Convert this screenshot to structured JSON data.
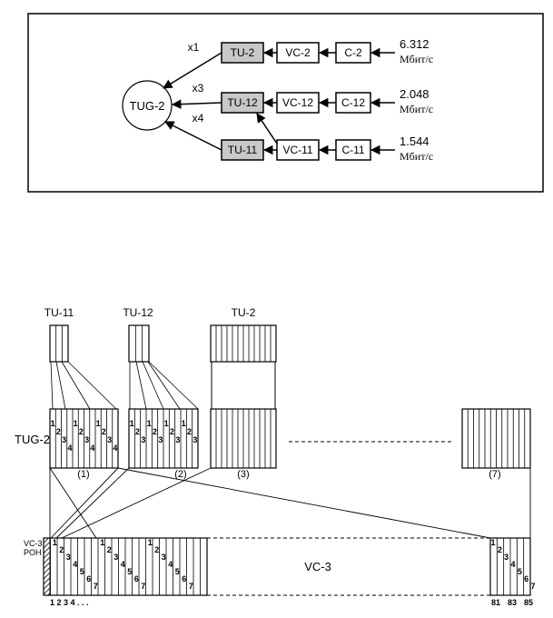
{
  "top": {
    "tug": "TUG-2",
    "rows": [
      {
        "mult": "x1",
        "tu": "TU-2",
        "vc": "VC-2",
        "c": "C-2",
        "rate": "6.312",
        "unit": "Мбит/с"
      },
      {
        "mult": "x3",
        "tu": "TU-12",
        "vc": "VC-12",
        "c": "C-12",
        "rate": "2.048",
        "unit": "Мбит/с"
      },
      {
        "mult": "x4",
        "tu": "TU-11",
        "vc": "VC-11",
        "c": "C-11",
        "rate": "1.544",
        "unit": "Мбит/с"
      }
    ]
  },
  "bottom": {
    "tu_labels": [
      "TU-11",
      "TU-12",
      "TU-2"
    ],
    "tug_label": "TUG-2",
    "group_labels": [
      "(1)",
      "(2)",
      "(3)",
      "(7)"
    ],
    "vc3_label": "VC-3",
    "poh_label": [
      "VC-3",
      "POH"
    ],
    "axis_left": "1 2 3 4 . . .",
    "axis_right": [
      "81",
      "83",
      "85"
    ],
    "tu11_digits": [
      "1",
      "2",
      "3",
      "4"
    ],
    "tu12_digits": [
      "1",
      "2",
      "3"
    ],
    "vc_digits": [
      "1",
      "2",
      "3",
      "4",
      "5",
      "6",
      "7"
    ]
  },
  "colors": {
    "line": "#000000",
    "tu_fill": "#c8c8c8",
    "box_fill": "#ffffff"
  }
}
